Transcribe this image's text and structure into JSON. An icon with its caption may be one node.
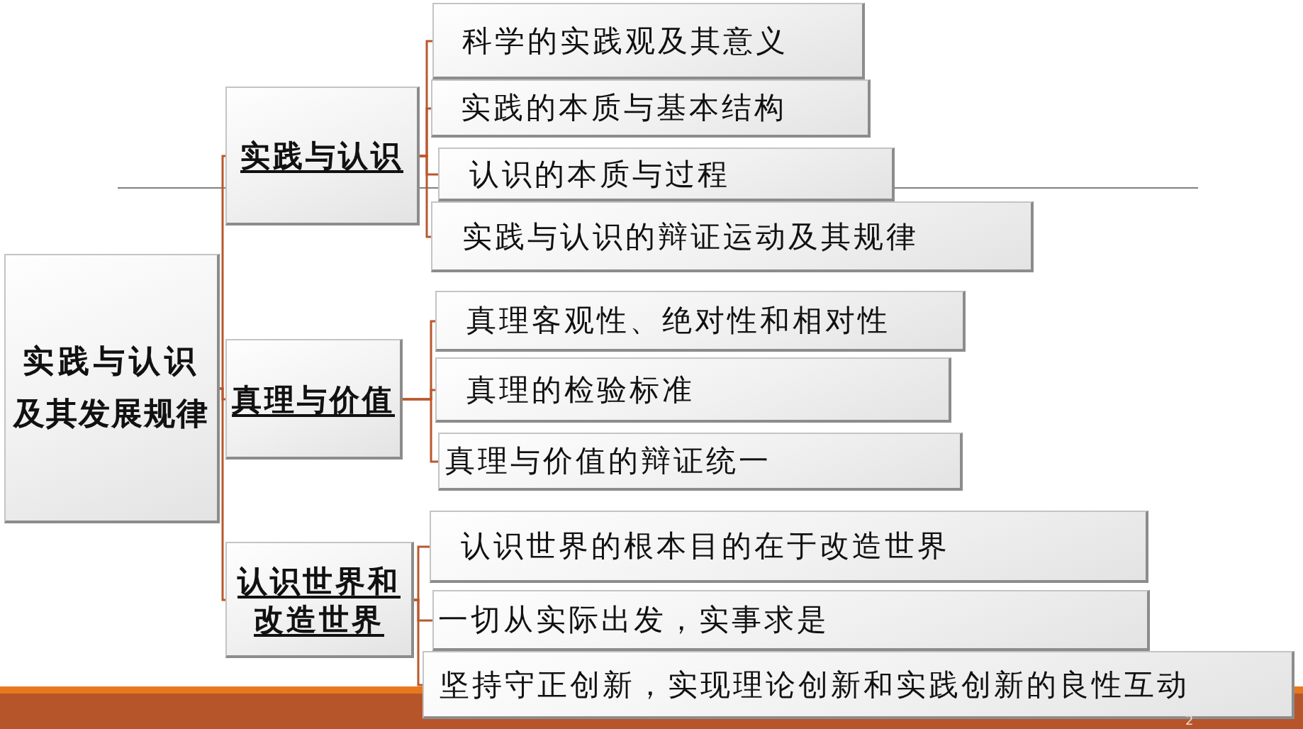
{
  "diagram": {
    "nodes": [
      {
        "text": [
          "实践与认识及其发展规律"
        ]
      },
      {
        "text": [
          "实践与认识"
        ]
      },
      {
        "text": [
          "真理与价值"
        ]
      },
      {
        "text": [
          "认识世界和改造世界"
        ]
      },
      {
        "text": [
          "科学的实践观及其意义"
        ]
      },
      {
        "text": [
          "实践的本质与基本结构"
        ]
      },
      {
        "text": [
          "认识的本质与过程"
        ]
      },
      {
        "text": [
          "实践与认识的辩证运动及其规律"
        ]
      },
      {
        "text": [
          "真理客观性、绝对性和相对性"
        ]
      },
      {
        "text": [
          "真理的检验标准"
        ]
      },
      {
        "text": [
          "真理与价值的辩证统一"
        ]
      },
      {
        "text": [
          "认识世界的根本目的在于改造世界"
        ]
      },
      {
        "text": [
          "一切从实际出发，实事求是"
        ]
      },
      {
        "text": [
          "坚持守正创新，实现理论创新和实践创新的良性互动"
        ]
      }
    ],
    "edges": [
      {
        "from": 0,
        "to": 1,
        "arrow": "none"
      },
      {
        "from": 0,
        "to": 2,
        "arrow": "none"
      },
      {
        "from": 0,
        "to": 3,
        "arrow": "none"
      },
      {
        "from": 1,
        "to": 4,
        "arrow": "none"
      },
      {
        "from": 1,
        "to": 5,
        "arrow": "none"
      },
      {
        "from": 1,
        "to": 6,
        "arrow": "none"
      },
      {
        "from": 1,
        "to": 7,
        "arrow": "none"
      },
      {
        "from": 2,
        "to": 8,
        "arrow": "none"
      },
      {
        "from": 2,
        "to": 9,
        "arrow": "none"
      },
      {
        "from": 2,
        "to": 10,
        "arrow": "none"
      },
      {
        "from": 3,
        "to": 11,
        "arrow": "none"
      },
      {
        "from": 3,
        "to": 12,
        "arrow": "none"
      },
      {
        "from": 3,
        "to": 13,
        "arrow": "none"
      }
    ],
    "labels": [
      "2"
    ]
  }
}
